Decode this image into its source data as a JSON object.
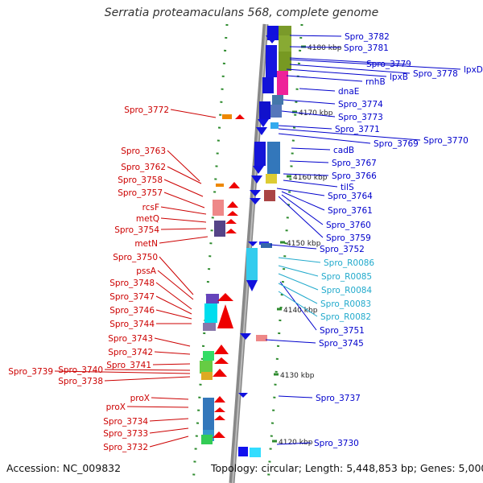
{
  "header": {
    "title": "Serratia proteamaculans 568, complete genome"
  },
  "footer": {
    "accession": "Accession: NC_009832",
    "summary": "Topology: circular; Length: 5,448,853 bp; Genes: 5,000"
  },
  "colors": {
    "left_label": "#cc0000",
    "right_label": "#0000cc",
    "rna_label": "#22aacc",
    "backbone": "#888888"
  },
  "ticks": [
    "4180 kbp",
    "4170 kbp",
    "4160 kbp",
    "4150 kbp",
    "4140 kbp",
    "4130 kbp",
    "4120 kbp"
  ],
  "right_labels": [
    "Spro_3782",
    "Spro_3781",
    "Spro_3779",
    "lpxD",
    "Spro_3778",
    "lpxB",
    "rnhB",
    "dnaE",
    "Spro_3774",
    "Spro_3773",
    "Spro_3771",
    "Spro_3770",
    "Spro_3769",
    "cadB",
    "Spro_3767",
    "Spro_3766",
    "tilS",
    "Spro_3764",
    "Spro_3761",
    "Spro_3760",
    "Spro_3759",
    "Spro_3752",
    "Spro_3751",
    "Spro_3745",
    "Spro_3737",
    "Spro_3730"
  ],
  "rna_labels": [
    "Spro_R0086",
    "Spro_R0085",
    "Spro_R0084",
    "Spro_R0083",
    "Spro_R0082"
  ],
  "left_labels": [
    "Spro_3772",
    "Spro_3763",
    "Spro_3762",
    "Spro_3758",
    "Spro_3757",
    "rcsF",
    "metQ",
    "Spro_3754",
    "metN",
    "Spro_3750",
    "pssA",
    "Spro_3748",
    "Spro_3747",
    "Spro_3746",
    "Spro_3744",
    "Spro_3743",
    "Spro_3742",
    "Spro_3741",
    "Spro_3739",
    "Spro_3740",
    "Spro_3738",
    "proX",
    "proX",
    "Spro_3734",
    "Spro_3733",
    "Spro_3732"
  ]
}
